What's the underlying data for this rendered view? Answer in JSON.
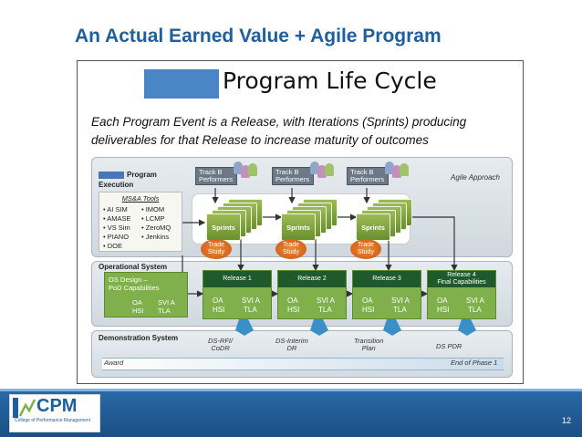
{
  "slide": {
    "title": "An Actual Earned Value + Agile Program",
    "page_number": "12"
  },
  "diagram": {
    "heading": "Program Life Cycle",
    "subtitle_line1": "Each Program Event is a Release, with Iterations (Sprints) producing",
    "subtitle_line2": "deliverables for that Release to increase maturity of outcomes",
    "legend_program": "Program",
    "legend_execution": "Execution",
    "agile_approach": "Agile Approach",
    "tools": {
      "title": "MS&A Tools",
      "col1": [
        "• AI SIM",
        "• AMASE",
        "• VS Sim",
        "• PIANO",
        "• DOE"
      ],
      "col2": [
        "• IMOM",
        "• LCMP",
        "• ZeroMQ",
        "• Jenkins"
      ]
    },
    "track_label": [
      "Track B",
      "Performers"
    ],
    "sprints_label": "Sprints",
    "trade_study": [
      "Trade",
      "Study"
    ],
    "operational_system": "Operational System",
    "os_design": [
      "OS Design –",
      "PoD Capabilities"
    ],
    "os_grid": [
      "OA",
      "SVI A",
      "HSI",
      "TLA"
    ],
    "releases": [
      {
        "line1": "Release 1",
        "line2": ""
      },
      {
        "line1": "Release 2",
        "line2": ""
      },
      {
        "line1": "Release 3",
        "line2": ""
      },
      {
        "line1": "Release 4",
        "line2": "Final Capabilities"
      }
    ],
    "release_grid": [
      "OA",
      "SVI A",
      "HSI",
      "TLA"
    ],
    "demonstration_system": "Demonstration System",
    "ds_events": [
      {
        "line1": "DS-RFI/",
        "line2": "CoDR"
      },
      {
        "line1": "DS-Interim",
        "line2": "DR"
      },
      {
        "line1": "Transition",
        "line2": "Plan"
      },
      {
        "line1": "DS PDR",
        "line2": ""
      }
    ],
    "award": "Award",
    "end_of_phase": "End of Phase 1"
  },
  "footer": {
    "logo_text": "CPM",
    "logo_subtext": "College of Performance Management"
  },
  "colors": {
    "title_blue": "#1e5f9e",
    "release_green": "#7fb04c",
    "release_header": "#1e5a2a",
    "trade_orange": "#e0702a",
    "footer_blue": "#1b4f85"
  }
}
